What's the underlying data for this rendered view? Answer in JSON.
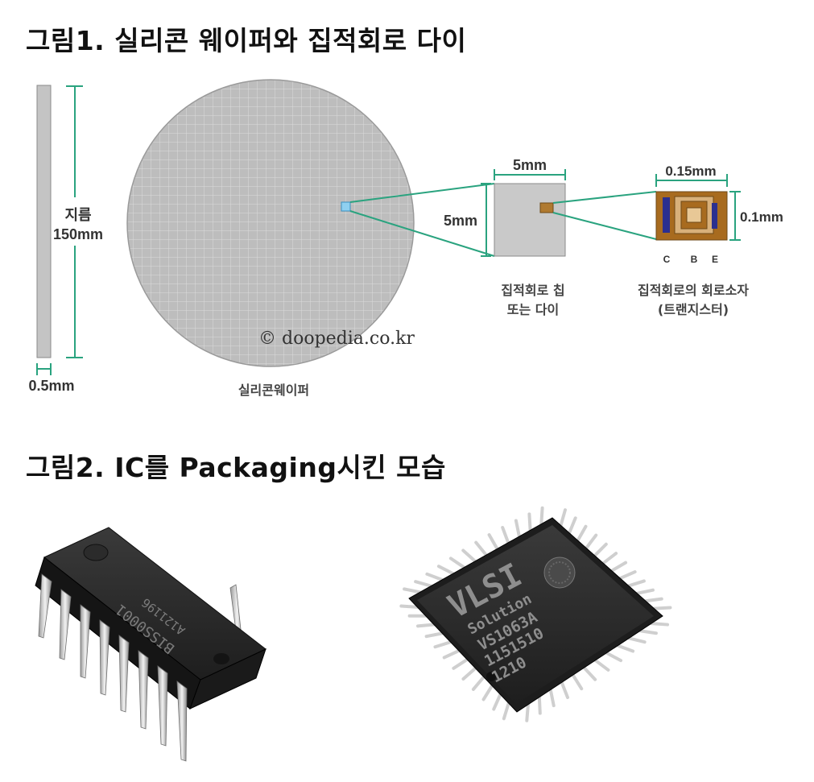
{
  "figure1": {
    "title": "그림1. 실리콘 웨이퍼와 집적회로 다이",
    "diameter_label_line1": "지름",
    "diameter_label_line2": "150mm",
    "thickness_label": "0.5mm",
    "wafer_caption": "실리콘웨이퍼",
    "watermark": "© doopedia.co.kr",
    "chip_width_label": "5mm",
    "chip_height_label": "5mm",
    "chip_caption_line1": "집적회로 칩",
    "chip_caption_line2": "또는 다이",
    "transistor_width_label": "0.15mm",
    "transistor_height_label": "0.1mm",
    "transistor_terminal_c": "C",
    "transistor_terminal_b": "B",
    "transistor_terminal_e": "E",
    "transistor_caption_line1": "집적회로의 회로소자",
    "transistor_caption_line2": "(트랜지스터)"
  },
  "figure2": {
    "title": "그림2. IC를 Packaging시킨 모습",
    "dip_marking_line1": "BISS0001",
    "dip_marking_line2": "A121196",
    "qfp_brand": "VLSI",
    "qfp_line1": "Solution",
    "qfp_line2": "VS1063A",
    "qfp_line3": "1151510",
    "qfp_line4": "1210"
  },
  "colors": {
    "dimension_line": "#2aa37f",
    "wafer_fill": "#bdbdbd",
    "wafer_grid": "#e2e2e2",
    "chip_fill": "#c9c9c9",
    "transistor_brown": "#a86b1f",
    "transistor_blue": "#2b2f8f",
    "highlight_blue": "#8fd0f0"
  }
}
